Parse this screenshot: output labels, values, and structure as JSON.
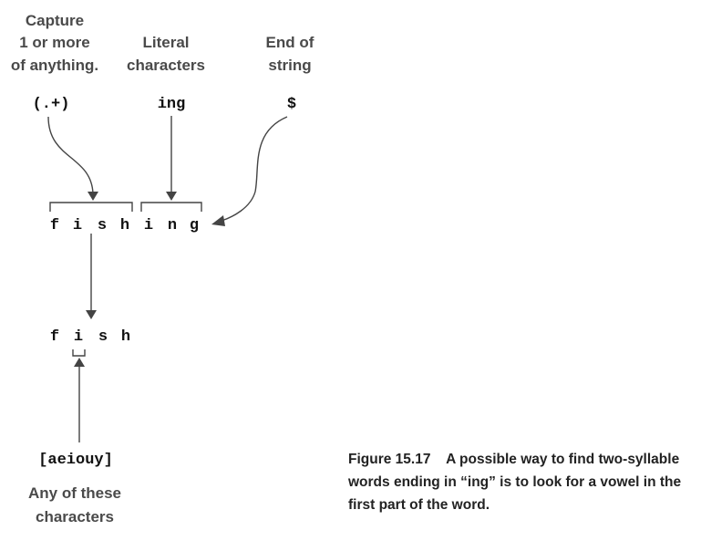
{
  "labels": {
    "capture": [
      "Capture",
      "1 or more",
      "of anything."
    ],
    "literal": [
      "Literal",
      "characters"
    ],
    "end": [
      "End of",
      "string"
    ],
    "any": [
      "Any of these",
      "characters"
    ]
  },
  "codes": {
    "capture": "(.+)",
    "literal": "ing",
    "end": "$",
    "vowels": "[aeiouy]"
  },
  "word": [
    "f",
    "i",
    "s",
    "h",
    "i",
    "n",
    "g"
  ],
  "stem": [
    "f",
    "i",
    "s",
    "h"
  ],
  "caption": [
    "Figure 15.17    A possible way to find two-syllable",
    "words ending in “ing” is to look for a vowel in the",
    "first part of the word."
  ]
}
